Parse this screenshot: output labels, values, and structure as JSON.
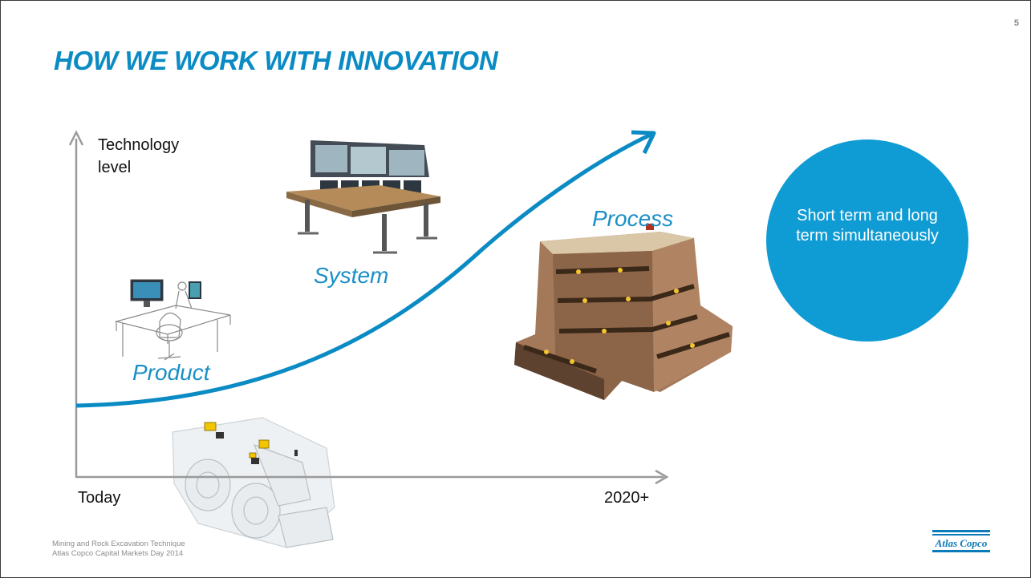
{
  "slide": {
    "page_number": "5",
    "title": "HOW WE WORK WITH INNOVATION"
  },
  "axes": {
    "y_label_line1": "Technology",
    "y_label_line2": "level",
    "x_start_label": "Today",
    "x_end_label": "2020+"
  },
  "stages": {
    "product": "Product",
    "system": "System",
    "process": "Process"
  },
  "callout": {
    "text": "Short term and long term simultaneously"
  },
  "footer": {
    "line1": "Mining and Rock Excavation Technique",
    "line2": "Atlas Copco Capital Markets Day 2014"
  },
  "logo": {
    "text": "Atlas Copco"
  },
  "colors": {
    "accent": "#0a8bc4",
    "circle": "#0f9bd3",
    "axis": "#9a9a9a"
  },
  "images": {
    "product": "operator-workstation-image",
    "system": "control-room-console-image",
    "process": "underground-mine-image",
    "machine": "mining-vehicle-image"
  }
}
